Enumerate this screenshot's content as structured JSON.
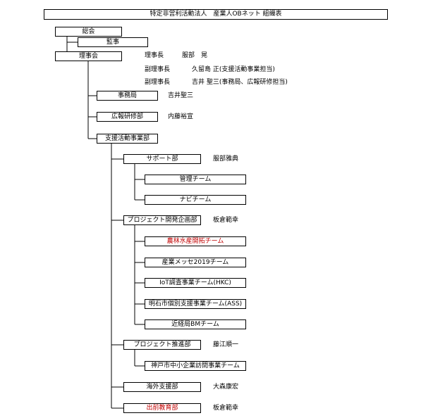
{
  "title": "特定非営利活動法人　産業人OBネット 組織表",
  "general_meeting": "総会",
  "auditor": "監事",
  "board": "理事会",
  "board_members": [
    {
      "role": "理事長",
      "name": "服部　晃"
    },
    {
      "role": "副理事長",
      "name": "久留島 正(支援活動事業担当)"
    },
    {
      "role": "副理事長",
      "name": "吉井 聖三(事務局、広報研修担当)"
    }
  ],
  "secretariat": {
    "label": "事務局",
    "head": "吉井聖三"
  },
  "pr_training": {
    "label": "広報研修部",
    "head": "内藤裕宣"
  },
  "support_div": "支援活動事業部",
  "support": {
    "label": "サポート部",
    "head": "服部雅典",
    "teams": [
      "管理チーム",
      "ナビチーム"
    ]
  },
  "project_dev": {
    "label": "プロジェクト開発企画部",
    "head": "板倉範幸",
    "teams": [
      "農林水産開拓チーム",
      "産業メッセ2019チーム",
      "IoT調査事業チーム(HKC)",
      "明石市個別支援事業チーム(ASS)",
      "近経局BMチーム"
    ],
    "highlight_team_index": 0
  },
  "project_promo": {
    "label": "プロジェクト推進部",
    "head": "藤江順一",
    "teams": [
      "神戸市中小企業訪問事業チーム"
    ]
  },
  "overseas": {
    "label": "海外支援部",
    "head": "大森康宏"
  },
  "outreach": {
    "label": "出前教育部",
    "head": "板倉範幸"
  },
  "colors": {
    "line": "#000000",
    "highlight": "#c00000"
  }
}
